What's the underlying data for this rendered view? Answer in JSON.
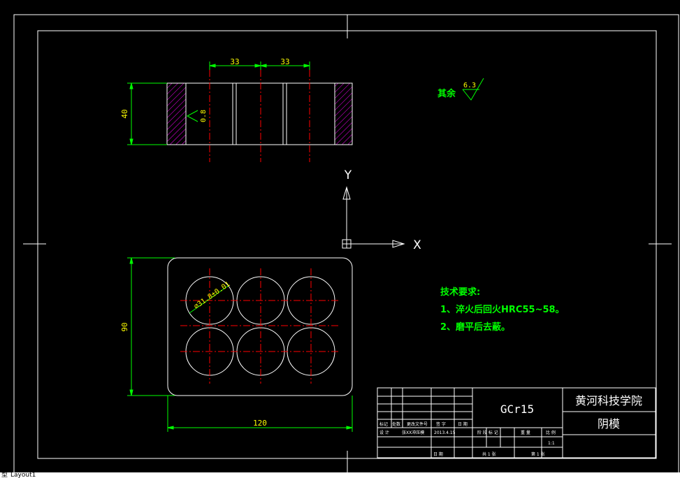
{
  "colors": {
    "background": "#000000",
    "frame": "#ffffff",
    "dimension": "#00ff00",
    "centerline": "#ff0000",
    "hatch": "#ff00ff",
    "text_yellow": "#ffff00",
    "text_green": "#00ff00",
    "text_white": "#ffffff"
  },
  "dimensions": {
    "d1": "33",
    "d2": "33",
    "height": "40",
    "roughness_side": "0.8",
    "width": "120",
    "depth": "90",
    "hole": "⌀31.8±0.01"
  },
  "roughness_note": {
    "label": "其余",
    "value": "6.3"
  },
  "axes": {
    "y": "Y",
    "x": "X"
  },
  "tech_requirements": {
    "title": "技术要求:",
    "item1": "1、淬火后回火HRC55~58。",
    "item2": "2、磨平后去蔽。"
  },
  "title_block": {
    "material": "GCr15",
    "institution": "黄河科技学院",
    "part_name": "阴模",
    "small_labels": {
      "mark": "标记",
      "count": "处数",
      "change_doc": "更改文件号",
      "sign": "签 字",
      "date": "日 期",
      "design": "设 计",
      "designer": "张XX冲压模",
      "design_date": "2013.4.15",
      "stage_mark": "阶 段 标 记",
      "weight": "重 量",
      "scale": "比 例",
      "scale_value": "1:1",
      "approve": "日 期",
      "total_sheets": "共 1 张",
      "sheet_no": "第 1 张"
    }
  },
  "tabs": {
    "model": "型",
    "layout": "Layout1"
  }
}
